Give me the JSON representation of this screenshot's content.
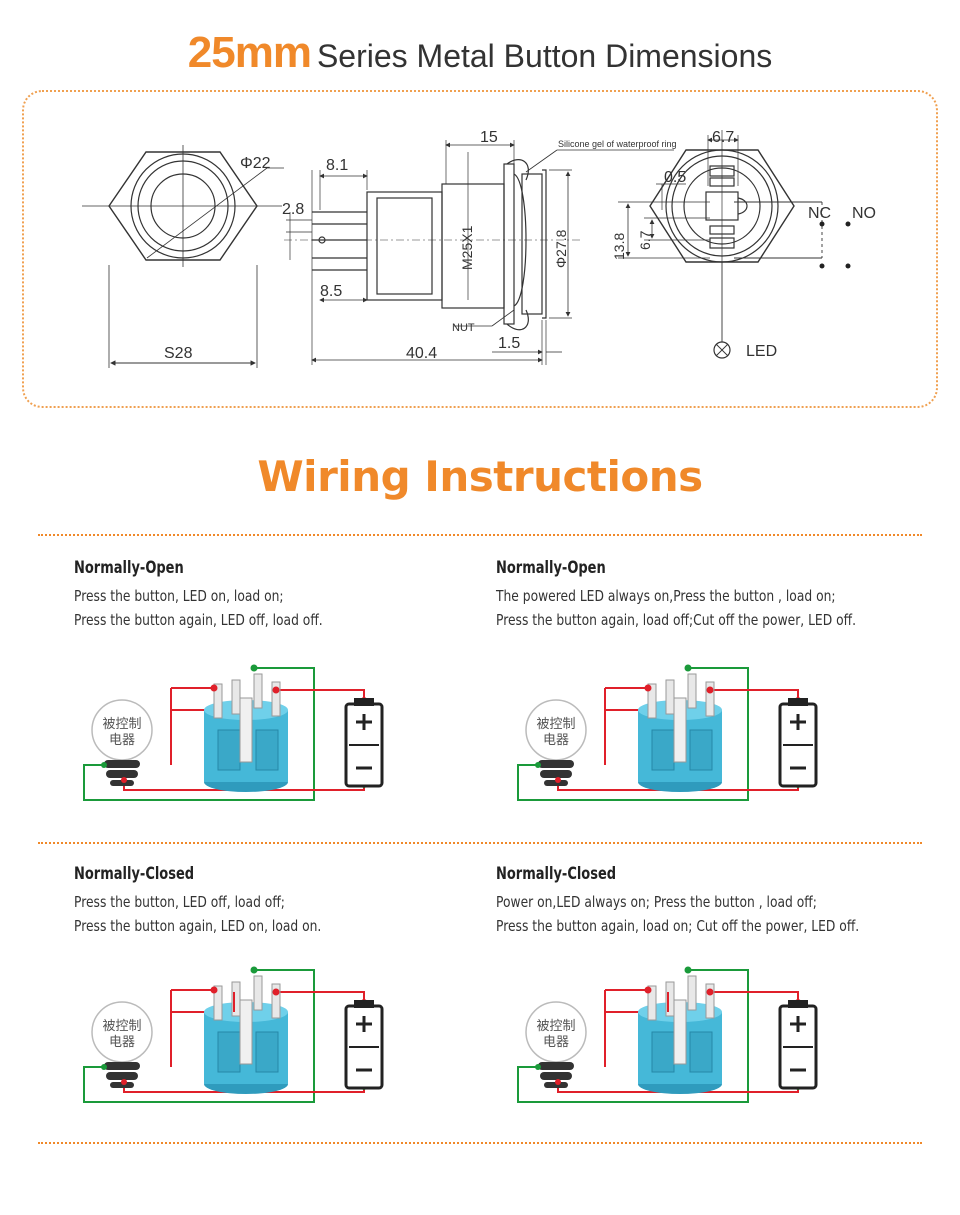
{
  "header": {
    "title_highlight": "25mm",
    "title_rest": "Series Metal Button Dimensions"
  },
  "dimensions": {
    "front": {
      "diameter": "Φ22",
      "hex": "S28"
    },
    "side": {
      "d_8_1": "8.1",
      "d_2_8": "2.8",
      "d_8_5": "8.5",
      "d_40_4": "40.4",
      "d_15": "15",
      "d_1_5": "1.5",
      "thread": "M25X1",
      "outer": "Φ27.8",
      "nut": "NUT",
      "gel": "Silicone gel of waterproof ring"
    },
    "rear": {
      "d_6_7_top": "6.7",
      "d_0_5": "0.5",
      "d_13_8": "13.8",
      "d_6_7_side": "6.7",
      "nc": "NC",
      "no": "NO",
      "led": "LED"
    }
  },
  "wiring": {
    "title": "Wiring Instructions",
    "lamp_line1": "被控制",
    "lamp_line2": "电器",
    "blocks": [
      {
        "heading": "Normally-Open",
        "line1": "Press the button, LED on, load on;",
        "line2": "Press the button again, LED off, load off."
      },
      {
        "heading": "Normally-Open",
        "line1": "The powered LED always on,Press the button , load on;",
        "line2": "Press the button again, load  off;Cut off the power, LED off."
      },
      {
        "heading": "Normally-Closed",
        "line1": "Press the button, LED off, load off;",
        "line2": "Press the button again, LED on, load on."
      },
      {
        "heading": "Normally-Closed",
        "line1": "Power on,LED always on; Press the button , load off;",
        "line2": "Press the button again,  load on; Cut off the power, LED off."
      }
    ]
  },
  "colors": {
    "accent": "#f0892a",
    "wire_red": "#e0202a",
    "wire_green": "#1a9a3a",
    "switch_body": "#45b8d8"
  }
}
